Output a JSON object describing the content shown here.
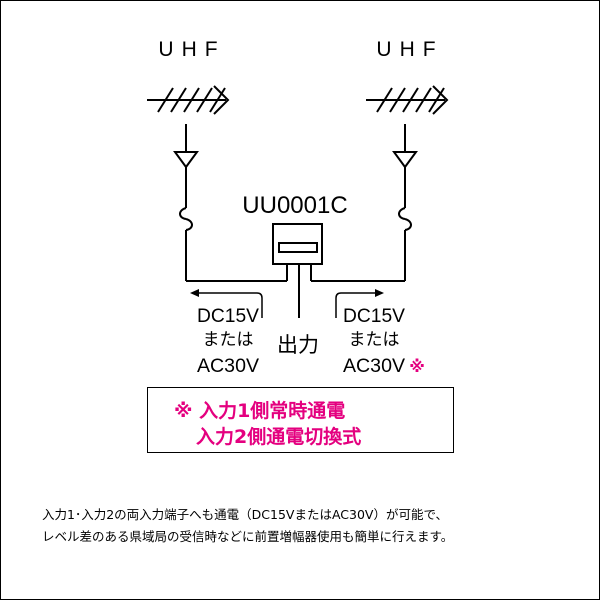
{
  "antennas": {
    "left_label": "UHF",
    "right_label": "UHF"
  },
  "device": {
    "model": "UU0001C",
    "output_label": "出力"
  },
  "left_power": {
    "line1": "DC15V",
    "line2": "または",
    "line3": "AC30V"
  },
  "right_power": {
    "line1": "DC15V",
    "line2": "または",
    "line3": "AC30V",
    "mark": "※"
  },
  "note": {
    "line1": "※ 入力1側常時通電",
    "line2": "入力2側通電切換式"
  },
  "footer": {
    "line1": "入力1･入力2の両入力端子へも通電（DC15VまたはAC30V）が可能で、",
    "line2": "レベル差のある県域局の受信時などに前置増幅器使用も簡単に行えます。"
  },
  "colors": {
    "accent": "#e4007f",
    "line": "#000000"
  }
}
